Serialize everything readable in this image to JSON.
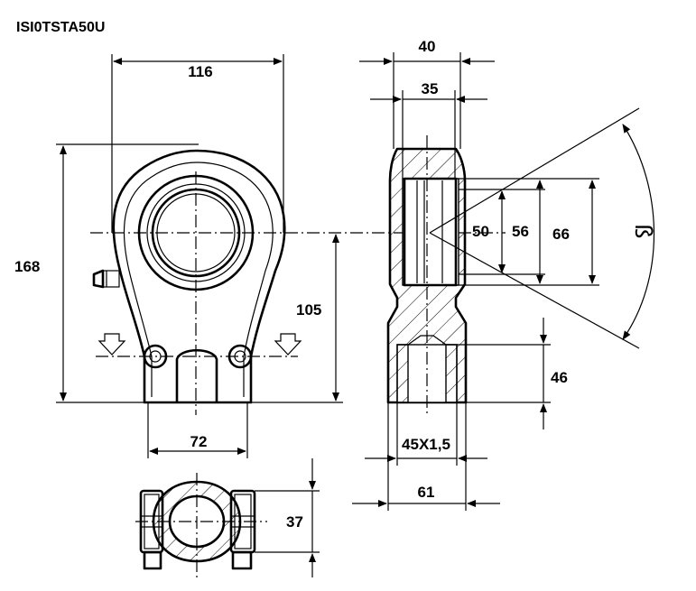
{
  "title": "ISI0TSTA50U",
  "dimensions": {
    "width_116": "116",
    "height_168": "168",
    "center_105": "105",
    "base_72": "72",
    "depth_37": "37",
    "width_40": "40",
    "width_35": "35",
    "bore_50": "50",
    "dia_56": "56",
    "dia_66": "66",
    "thread_depth_46": "46",
    "thread": "45X1,5",
    "width_61": "61"
  },
  "angle_symbol": "ß"
}
